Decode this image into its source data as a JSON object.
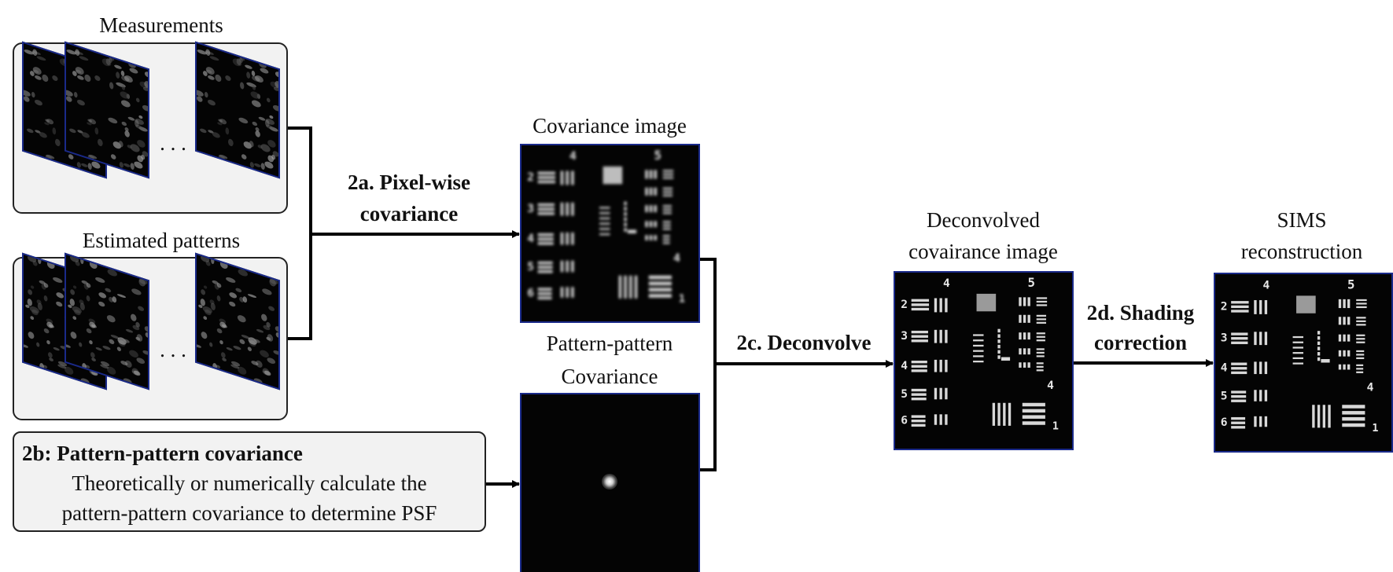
{
  "measurements": {
    "title": "Measurements",
    "ellipsis": ". . ."
  },
  "estimated_patterns": {
    "title": "Estimated patterns",
    "ellipsis": ". . ."
  },
  "step_2a": {
    "line1": "2a. Pixel-wise",
    "line2": "covariance"
  },
  "covariance_image": {
    "title": "Covariance image"
  },
  "pattern_covariance": {
    "line1": "Pattern-pattern",
    "line2": "Covariance"
  },
  "step_2b": {
    "title": "2b: Pattern-pattern covariance",
    "line1": "Theoretically or numerically calculate the",
    "line2": "pattern-pattern covariance to determine PSF"
  },
  "step_2c": {
    "label": "2c. Deconvolve"
  },
  "deconvolved": {
    "line1": "Deconvolved",
    "line2": "covairance image"
  },
  "step_2d": {
    "line1": "2d. Shading",
    "line2": "correction"
  },
  "sims": {
    "line1": "SIMS",
    "line2": "reconstruction"
  },
  "target_numbers": [
    "2",
    "3",
    "4",
    "5",
    "6"
  ],
  "target_group_top": [
    "4",
    "5"
  ],
  "target_corner": [
    "4",
    "1"
  ],
  "colors": {
    "frame_border": "#1a2a8a",
    "panel_bg": "#f2f2f2",
    "arrow": "#000000"
  }
}
